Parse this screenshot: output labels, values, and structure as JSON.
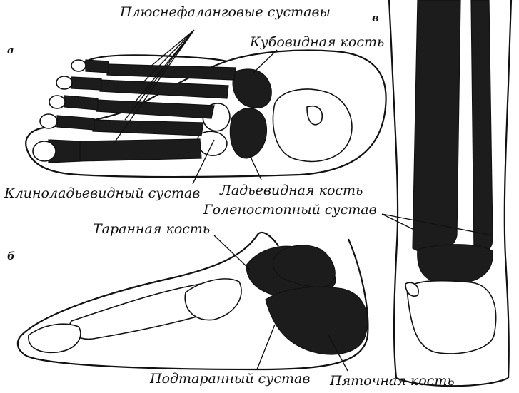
{
  "panels": {
    "a": "а",
    "b": "б",
    "v": "в"
  },
  "labels": {
    "metatarsophalangeal_joints": "Плюснефаланговые суставы",
    "cuboid_bone": "Кубовидная кость",
    "cuneonavicular_joint": "Клиноладьевидный сустав",
    "navicular_bone": "Ладьевидная кость",
    "ankle_joint": "Голеностопный сустав",
    "talus_bone": "Таранная кость",
    "subtalar_joint": "Подтаранный сустав",
    "calcaneus_bone": "Пяточная кость"
  },
  "colors": {
    "bone_highlight": "#1c1c1c",
    "outline": "#111111",
    "background": "#ffffff"
  }
}
